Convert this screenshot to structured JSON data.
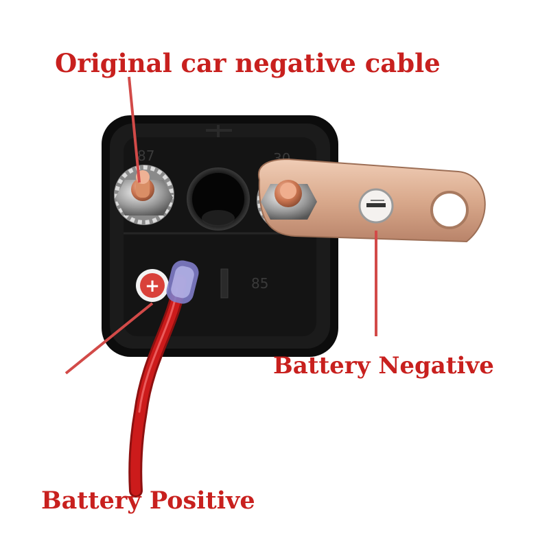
{
  "labels": {
    "original_negative": "Original car negative cable",
    "battery_negative": "Battery Negative",
    "battery_positive": "Battery Positive"
  },
  "terminal_marks": {
    "t87": "87",
    "t30": "30",
    "t85": "85",
    "plus": "+"
  },
  "colors": {
    "label_text": "#c8201e",
    "pointer_line": "#d24a48",
    "housing": "#111111",
    "wire": "#cc1b1b",
    "copper": "#d9a98c"
  }
}
